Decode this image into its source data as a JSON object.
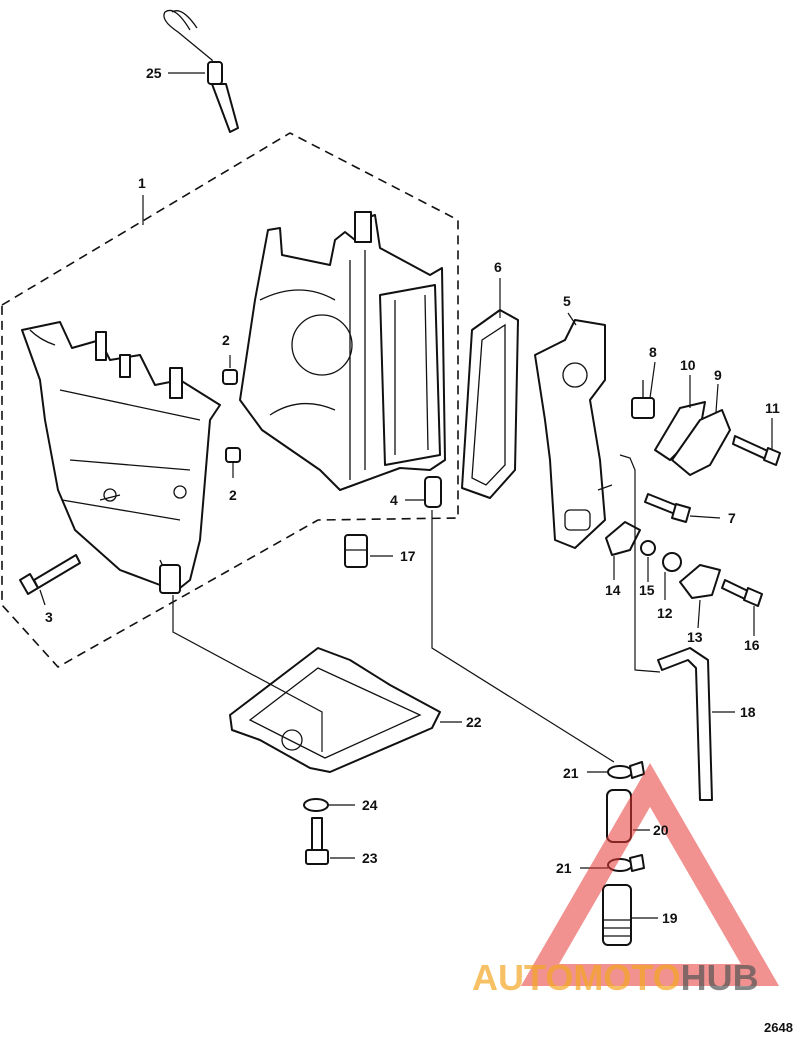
{
  "callouts": {
    "c1": "1",
    "c2a": "2",
    "c2b": "2",
    "c3": "3",
    "c4": "4",
    "c5": "5",
    "c6": "6",
    "c7": "7",
    "c8": "8",
    "c9": "9",
    "c10": "10",
    "c11": "11",
    "c12": "12",
    "c13": "13",
    "c14": "14",
    "c15": "15",
    "c16": "16",
    "c17": "17",
    "c18": "18",
    "c19": "19",
    "c20": "20",
    "c21a": "21",
    "c21b": "21",
    "c22": "22",
    "c23": "23",
    "c24": "24",
    "c25": "25"
  },
  "reference": "2648",
  "watermark": {
    "part1": "AUTOMOTO",
    "part2": "HUB",
    "color1": "#f5a623",
    "color2": "#555555",
    "logo_color": "#e53935"
  },
  "colors": {
    "ink": "#111111",
    "background": "#ffffff"
  }
}
